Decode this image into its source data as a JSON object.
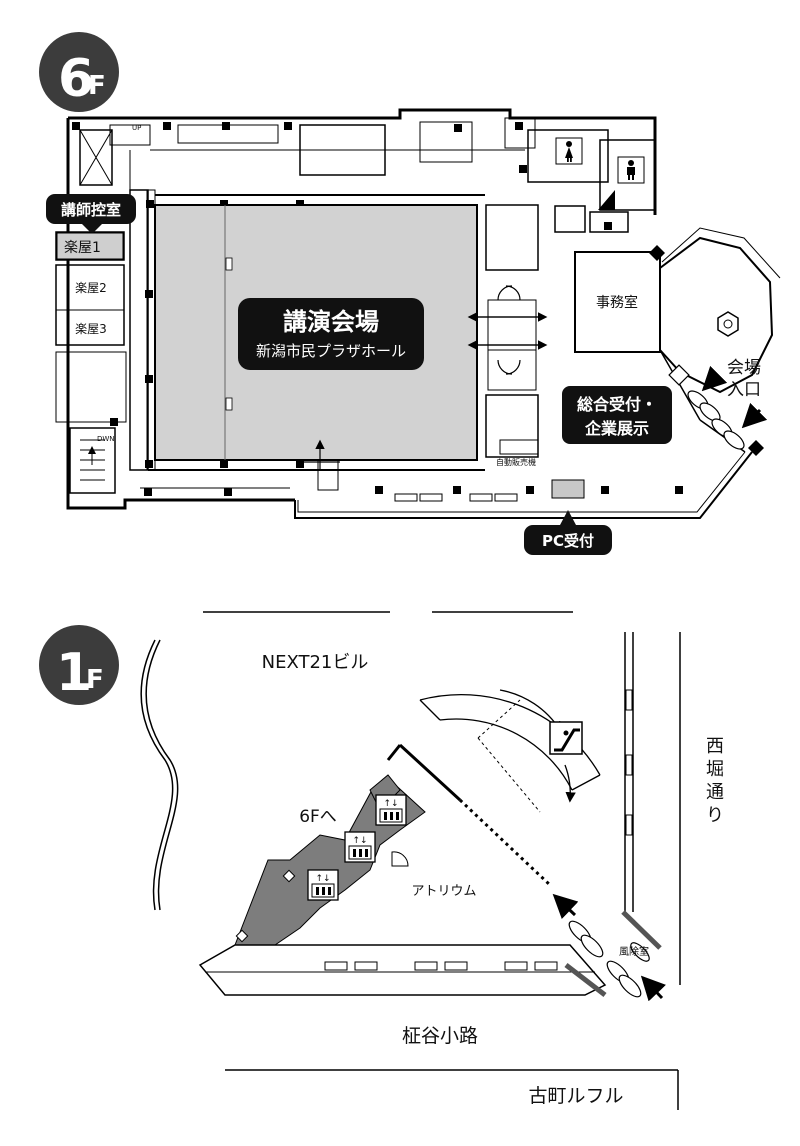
{
  "floor6": {
    "badge": {
      "number": "6",
      "suffix": "F"
    },
    "labels": {
      "lecturer_room": "講師控室",
      "green_room_1": "楽屋1",
      "green_room_2": "楽屋2",
      "green_room_3": "楽屋3",
      "office": "事務室",
      "venue_title": "講演会場",
      "venue_subtitle": "新潟市民プラザホール",
      "entrance_line1": "会場",
      "entrance_line2": "入口",
      "reception_line1": "総合受付・",
      "reception_line2": "企業展示",
      "vending": "自動販売機",
      "pc_reception": "PC受付",
      "stair_up": "UP",
      "stair_down": "DWN"
    },
    "icons": [
      "restroom-female-icon",
      "restroom-male-icon",
      "chevron-arrow-icon"
    ]
  },
  "floor1": {
    "badge": {
      "number": "1",
      "suffix": "F"
    },
    "labels": {
      "next21": "NEXT21ビル",
      "to_6f": "6Fへ",
      "atrium": "アトリウム",
      "windbreak_room": "風除室",
      "nishibori_street": "西堀通り",
      "kajiya_lane": "柾谷小路",
      "furumachi_rufuru": "古町ルフル"
    },
    "icons": [
      "elevator-icon",
      "escalator-icon",
      "arrow-icon"
    ]
  },
  "colors": {
    "badge": "#3c3c3c",
    "hall_fill": "#d2d2d2",
    "label_dark": "#111111",
    "wall": "#000000",
    "corridor_gray": "#7d7d7d"
  }
}
